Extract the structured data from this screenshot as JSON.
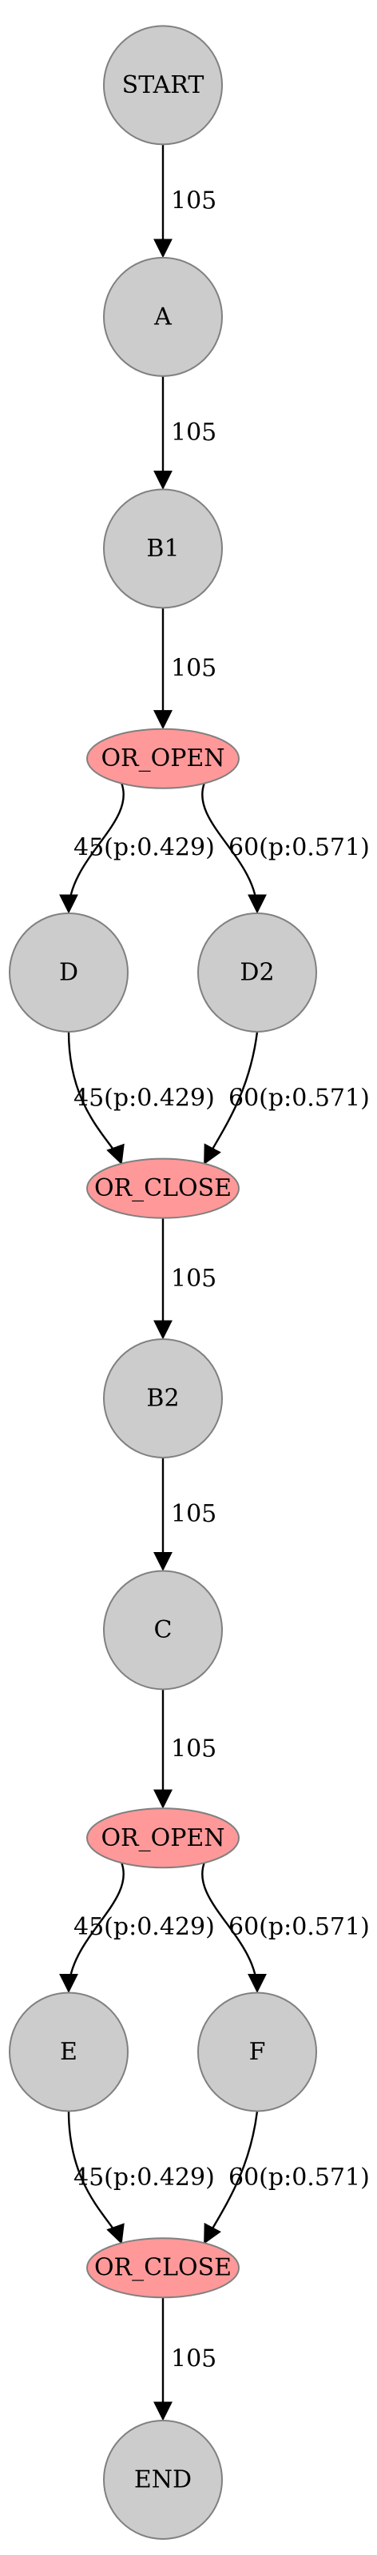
{
  "nodes": [
    {
      "id": "n0",
      "label": "START",
      "kind": "activity"
    },
    {
      "id": "n1",
      "label": "A",
      "kind": "activity"
    },
    {
      "id": "n2",
      "label": "B1",
      "kind": "activity"
    },
    {
      "id": "n3",
      "label": "OR_OPEN",
      "kind": "gateway"
    },
    {
      "id": "n4",
      "label": "D",
      "kind": "activity"
    },
    {
      "id": "n5",
      "label": "D2",
      "kind": "activity"
    },
    {
      "id": "n6",
      "label": "OR_CLOSE",
      "kind": "gateway"
    },
    {
      "id": "n7",
      "label": "B2",
      "kind": "activity"
    },
    {
      "id": "n8",
      "label": "C",
      "kind": "activity"
    },
    {
      "id": "n9",
      "label": "OR_OPEN",
      "kind": "gateway"
    },
    {
      "id": "n10",
      "label": "E",
      "kind": "activity"
    },
    {
      "id": "n11",
      "label": "F",
      "kind": "activity"
    },
    {
      "id": "n12",
      "label": "OR_CLOSE",
      "kind": "gateway"
    },
    {
      "id": "n13",
      "label": "END",
      "kind": "activity"
    }
  ],
  "edges": [
    {
      "id": "e0",
      "from": "n0",
      "to": "n1",
      "label": "105"
    },
    {
      "id": "e1",
      "from": "n1",
      "to": "n2",
      "label": "105"
    },
    {
      "id": "e2",
      "from": "n2",
      "to": "n3",
      "label": "105"
    },
    {
      "id": "e3",
      "from": "n3",
      "to": "n4",
      "label": "45(p:0.429)"
    },
    {
      "id": "e4",
      "from": "n3",
      "to": "n5",
      "label": "60(p:0.571)"
    },
    {
      "id": "e5",
      "from": "n4",
      "to": "n6",
      "label": "45(p:0.429)"
    },
    {
      "id": "e6",
      "from": "n5",
      "to": "n6",
      "label": "60(p:0.571)"
    },
    {
      "id": "e7",
      "from": "n6",
      "to": "n7",
      "label": "105"
    },
    {
      "id": "e8",
      "from": "n7",
      "to": "n8",
      "label": "105"
    },
    {
      "id": "e9",
      "from": "n8",
      "to": "n9",
      "label": "105"
    },
    {
      "id": "e10",
      "from": "n9",
      "to": "n10",
      "label": "45(p:0.429)"
    },
    {
      "id": "e11",
      "from": "n9",
      "to": "n11",
      "label": "60(p:0.571)"
    },
    {
      "id": "e12",
      "from": "n10",
      "to": "n12",
      "label": "45(p:0.429)"
    },
    {
      "id": "e13",
      "from": "n11",
      "to": "n12",
      "label": "60(p:0.571)"
    },
    {
      "id": "e14",
      "from": "n12",
      "to": "n13",
      "label": "105"
    }
  ],
  "colors": {
    "activity_fill": "#cccccc",
    "gateway_fill": "#ff9999",
    "outline": "#808080",
    "edge": "#000000"
  }
}
